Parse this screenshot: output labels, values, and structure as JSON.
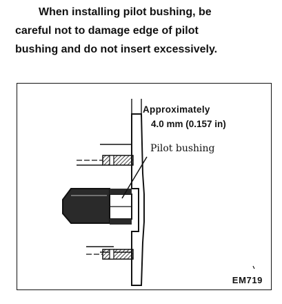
{
  "caption": {
    "lines": [
      "When installing pilot bushing, be",
      "careful not to damage edge of pilot",
      "bushing and do not insert excessively."
    ]
  },
  "diagram": {
    "label_approximately": "Approximately",
    "label_dimension": "4.0 mm (0.157 in)",
    "label_part": "Pilot bushing",
    "figure_code": "EM719"
  }
}
